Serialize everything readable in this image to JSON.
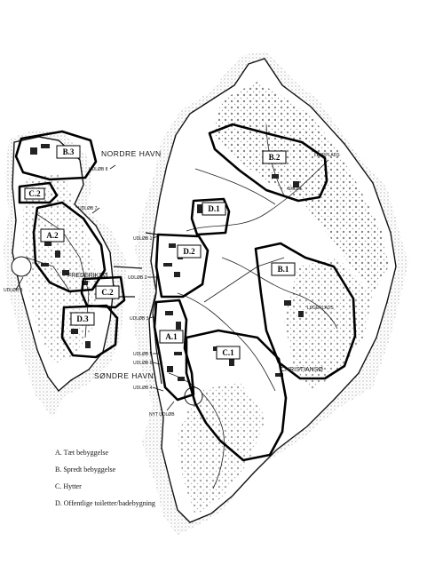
{
  "places": {
    "nordre_havn": "NORDRE HAVN",
    "sondre_havn": "SØNDRE HAVN",
    "frederikso": "FREDERIKSØ",
    "christianso": "CHRISTIANSØ",
    "lejrplads": "LEJRPLADS",
    "skole": "SKOLE",
    "legeplads": "LEGEPLADS",
    "nyt_udlob": "NYT UDLØB"
  },
  "outlets": {
    "u1": "UDLØB 1",
    "u2": "UDLØB 2",
    "u3": "UDLØB 3",
    "u4": "UDLØB 4",
    "u5": "UDLØB 5",
    "u6": "UDLØB 6",
    "u7": "UDLØB 7",
    "u8": "UDLØB 8",
    "u9": "UDLØB 9"
  },
  "zones": {
    "a1": "A.1",
    "a2": "A.2",
    "b1": "B.1",
    "b2": "B.2",
    "b3": "B.3",
    "c1": "C.1",
    "c2_west": "C.2",
    "c2_frederikso": "C.2",
    "d1": "D.1",
    "d2": "D.2",
    "d3": "D.3"
  },
  "legend": [
    "A. Tæt bebyggelse",
    "B. Spredt bebyggelse",
    "C. Hytter",
    "D. Offentlige toiletter/badebygning"
  ],
  "colors": {
    "ink": "#111111",
    "paper": "#ffffff",
    "land_hatch": "#555555"
  }
}
